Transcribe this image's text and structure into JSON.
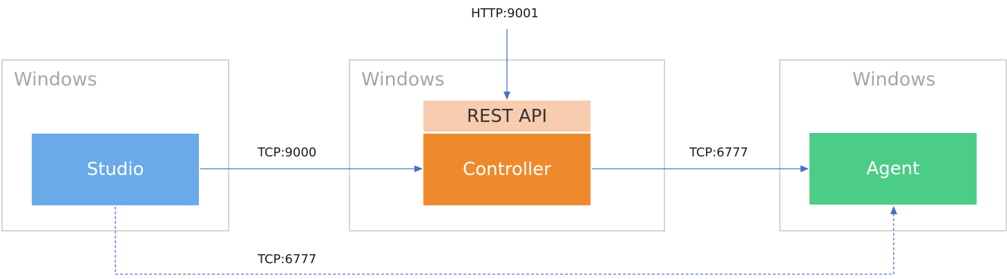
{
  "hosts": {
    "left": {
      "label": "Windows"
    },
    "middle": {
      "label": "Windows"
    },
    "right": {
      "label": "Windows"
    }
  },
  "components": {
    "studio": {
      "label": "Studio",
      "color": "#6aaaeb",
      "text_color": "#ffffff"
    },
    "rest_api": {
      "label": "REST API",
      "color": "#f8ccae",
      "text_color": "#333333"
    },
    "controller": {
      "label": "Controller",
      "color": "#ef8a2c",
      "text_color": "#ffffff"
    },
    "agent": {
      "label": "Agent",
      "color": "#4ccd87",
      "text_color": "#ffffff"
    }
  },
  "edges": {
    "http": {
      "label": "HTTP:9001",
      "style": "solid"
    },
    "studio_controller": {
      "label": "TCP:9000",
      "style": "solid"
    },
    "controller_agent": {
      "label": "TCP:6777",
      "style": "solid"
    },
    "studio_agent": {
      "label": "TCP:6777",
      "style": "dashed"
    }
  },
  "colors": {
    "arrow": "#4472c4",
    "border": "#d4d4d4",
    "host_label": "#a6a6a6"
  }
}
